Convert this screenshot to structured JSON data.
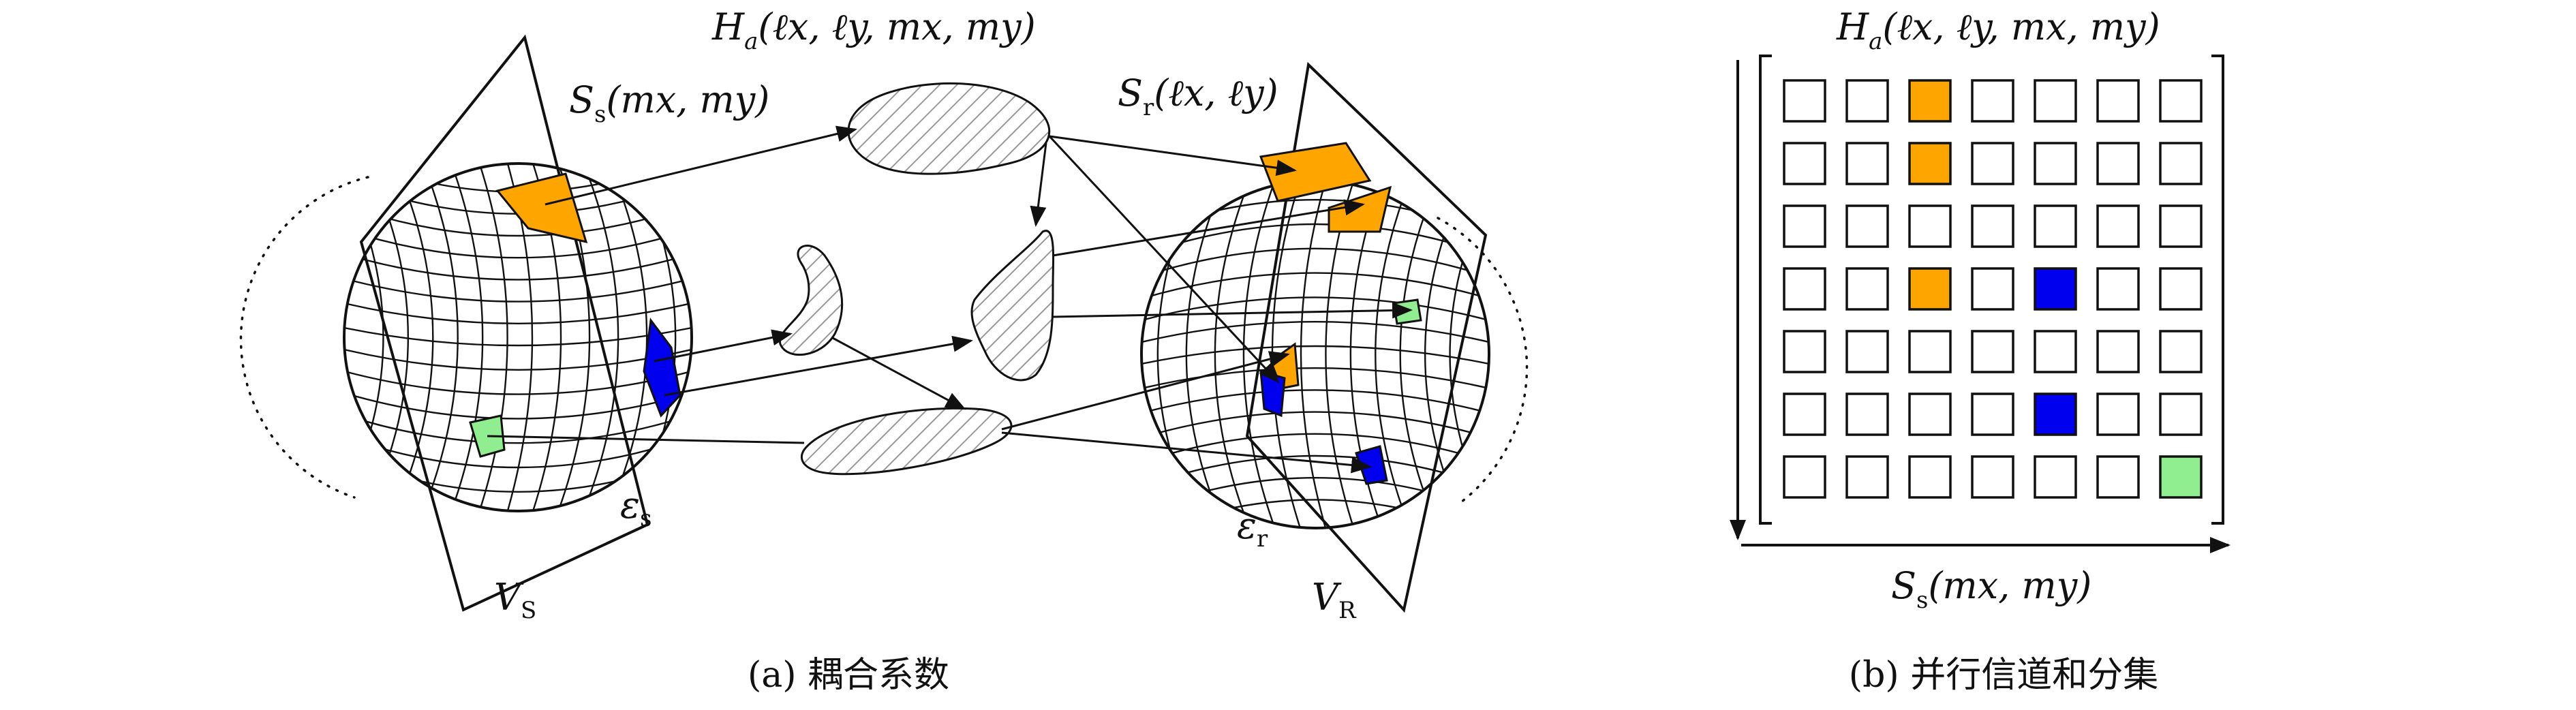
{
  "labels": {
    "ha_left": {
      "main": "H",
      "sub": "a",
      "args": "(ℓx, ℓy, mx, my)"
    },
    "ss_left": {
      "main": "S",
      "sub": "s",
      "args": "(mx, my)"
    },
    "sr_left": {
      "main": "S",
      "sub": "r",
      "args": "(ℓx, ℓy)"
    },
    "eps_s": {
      "main": "ε",
      "sub": "s"
    },
    "eps_r": {
      "main": "ε",
      "sub": "r"
    },
    "vs": {
      "main": "V",
      "sub": "S"
    },
    "vr": {
      "main": "V",
      "sub": "R"
    },
    "ha_right": {
      "main": "H",
      "sub": "a",
      "args": "(ℓx, ℓy, mx, my)"
    },
    "ss_right": {
      "main": "S",
      "sub": "s",
      "args": "(mx, my)"
    }
  },
  "captions": {
    "a": "(a) 耦合系数",
    "b": "(b) 并行信道和分集"
  },
  "colors": {
    "orange": "#FFA500",
    "blue": "#0000EE",
    "green": "#90EE90",
    "empty": "#FFFFFF"
  },
  "grid": {
    "rows": 7,
    "cols": 7,
    "filled": [
      {
        "row": 0,
        "col": 2,
        "color": "orange"
      },
      {
        "row": 1,
        "col": 2,
        "color": "orange"
      },
      {
        "row": 3,
        "col": 2,
        "color": "orange"
      },
      {
        "row": 3,
        "col": 4,
        "color": "blue"
      },
      {
        "row": 5,
        "col": 4,
        "color": "blue"
      },
      {
        "row": 6,
        "col": 6,
        "color": "green"
      }
    ]
  }
}
